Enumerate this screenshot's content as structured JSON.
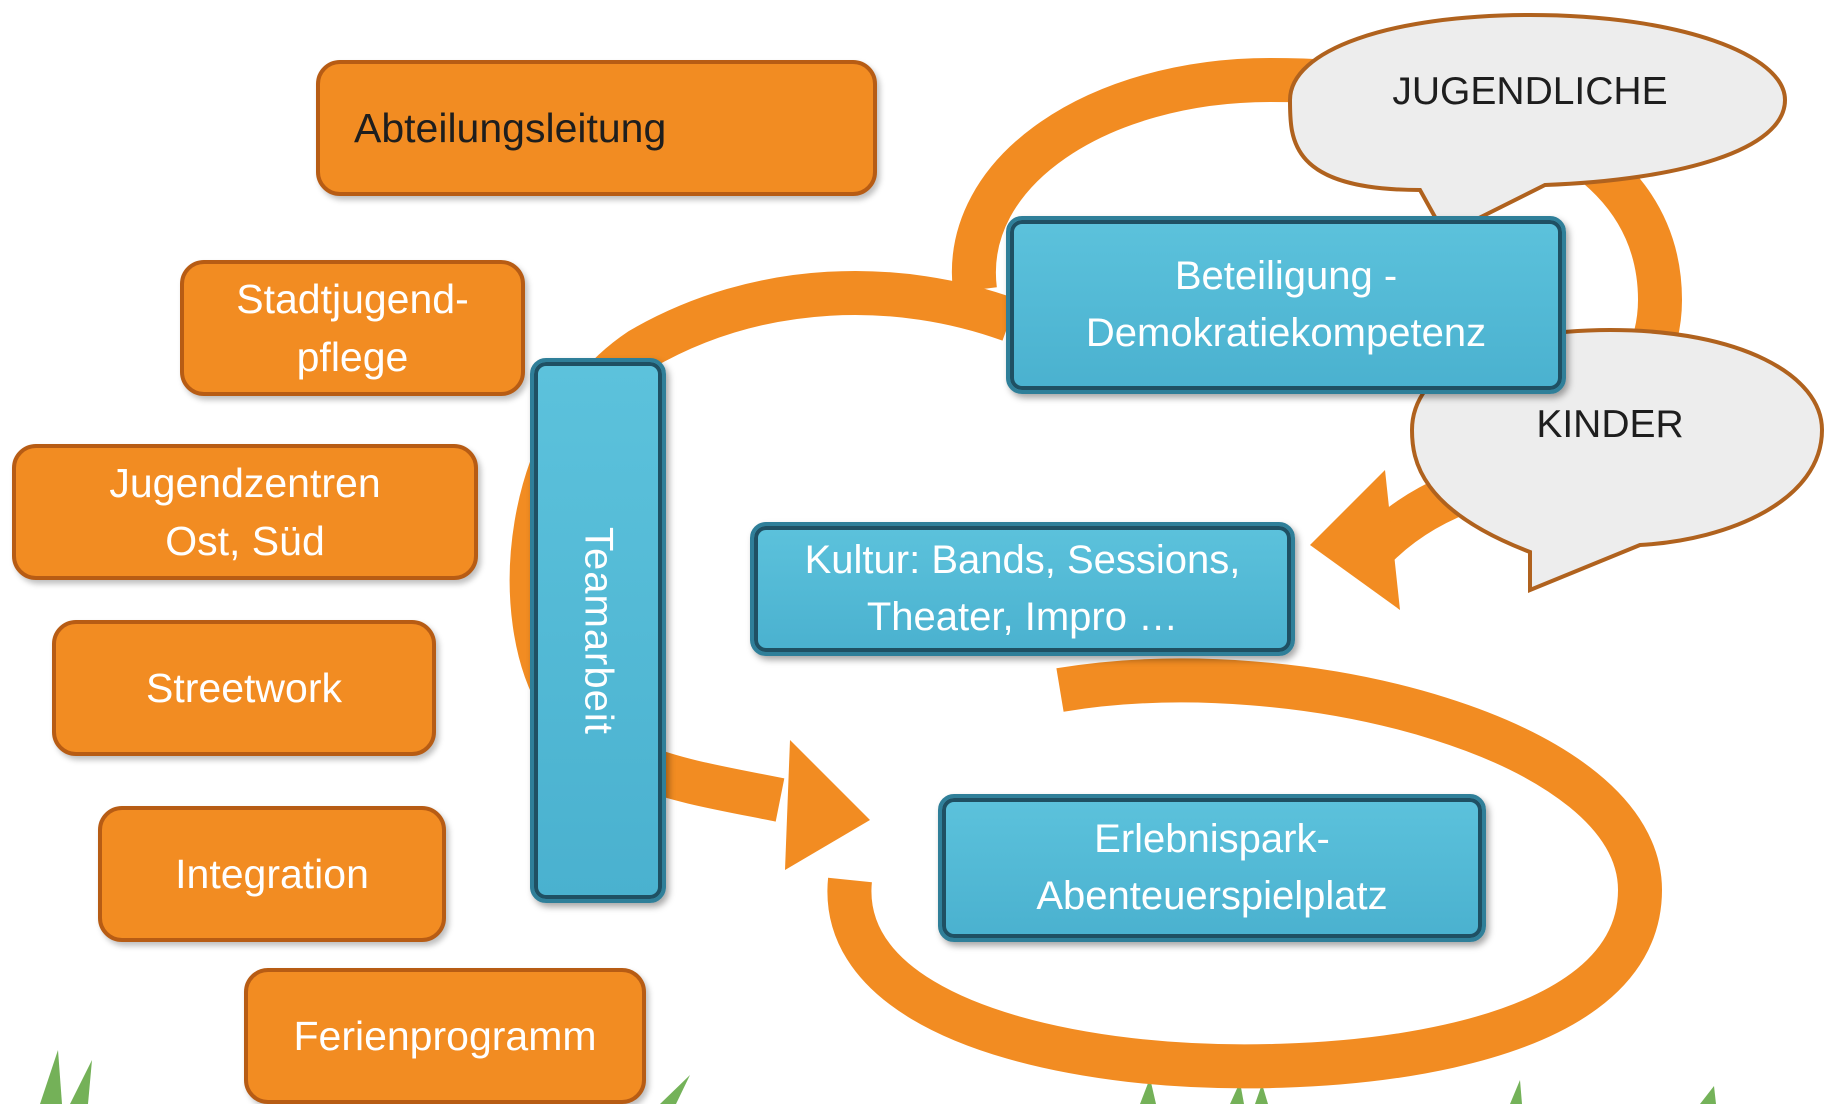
{
  "colors": {
    "orange": "#f28c22",
    "orange_border": "#b75c14",
    "blue": "#4fb6d3",
    "blue_border": "#2f7f99",
    "bubble_fill": "#ededed",
    "bubble_stroke": "#b0621e",
    "grass": "#5ca43c"
  },
  "departments": {
    "head": "Abteilungsleitung",
    "city_youth_1": "Stadtjugend-",
    "city_youth_2": "pflege",
    "centers_1": "Jugendzentren",
    "centers_2": "Ost, Süd",
    "streetwork": "Streetwork",
    "integration": "Integration",
    "holiday": "Ferienprogramm"
  },
  "teamwork": "Teamarbeit",
  "fields": {
    "participation_1": "Beteiligung -",
    "participation_2": "Demokratiekompetenz",
    "culture_1": "Kultur: Bands, Sessions,",
    "culture_2": "Theater, Impro …",
    "park_1": "Erlebnispark-",
    "park_2": "Abenteuerspielplatz"
  },
  "bubbles": {
    "youth": "JUGENDLICHE",
    "children": "KINDER"
  }
}
